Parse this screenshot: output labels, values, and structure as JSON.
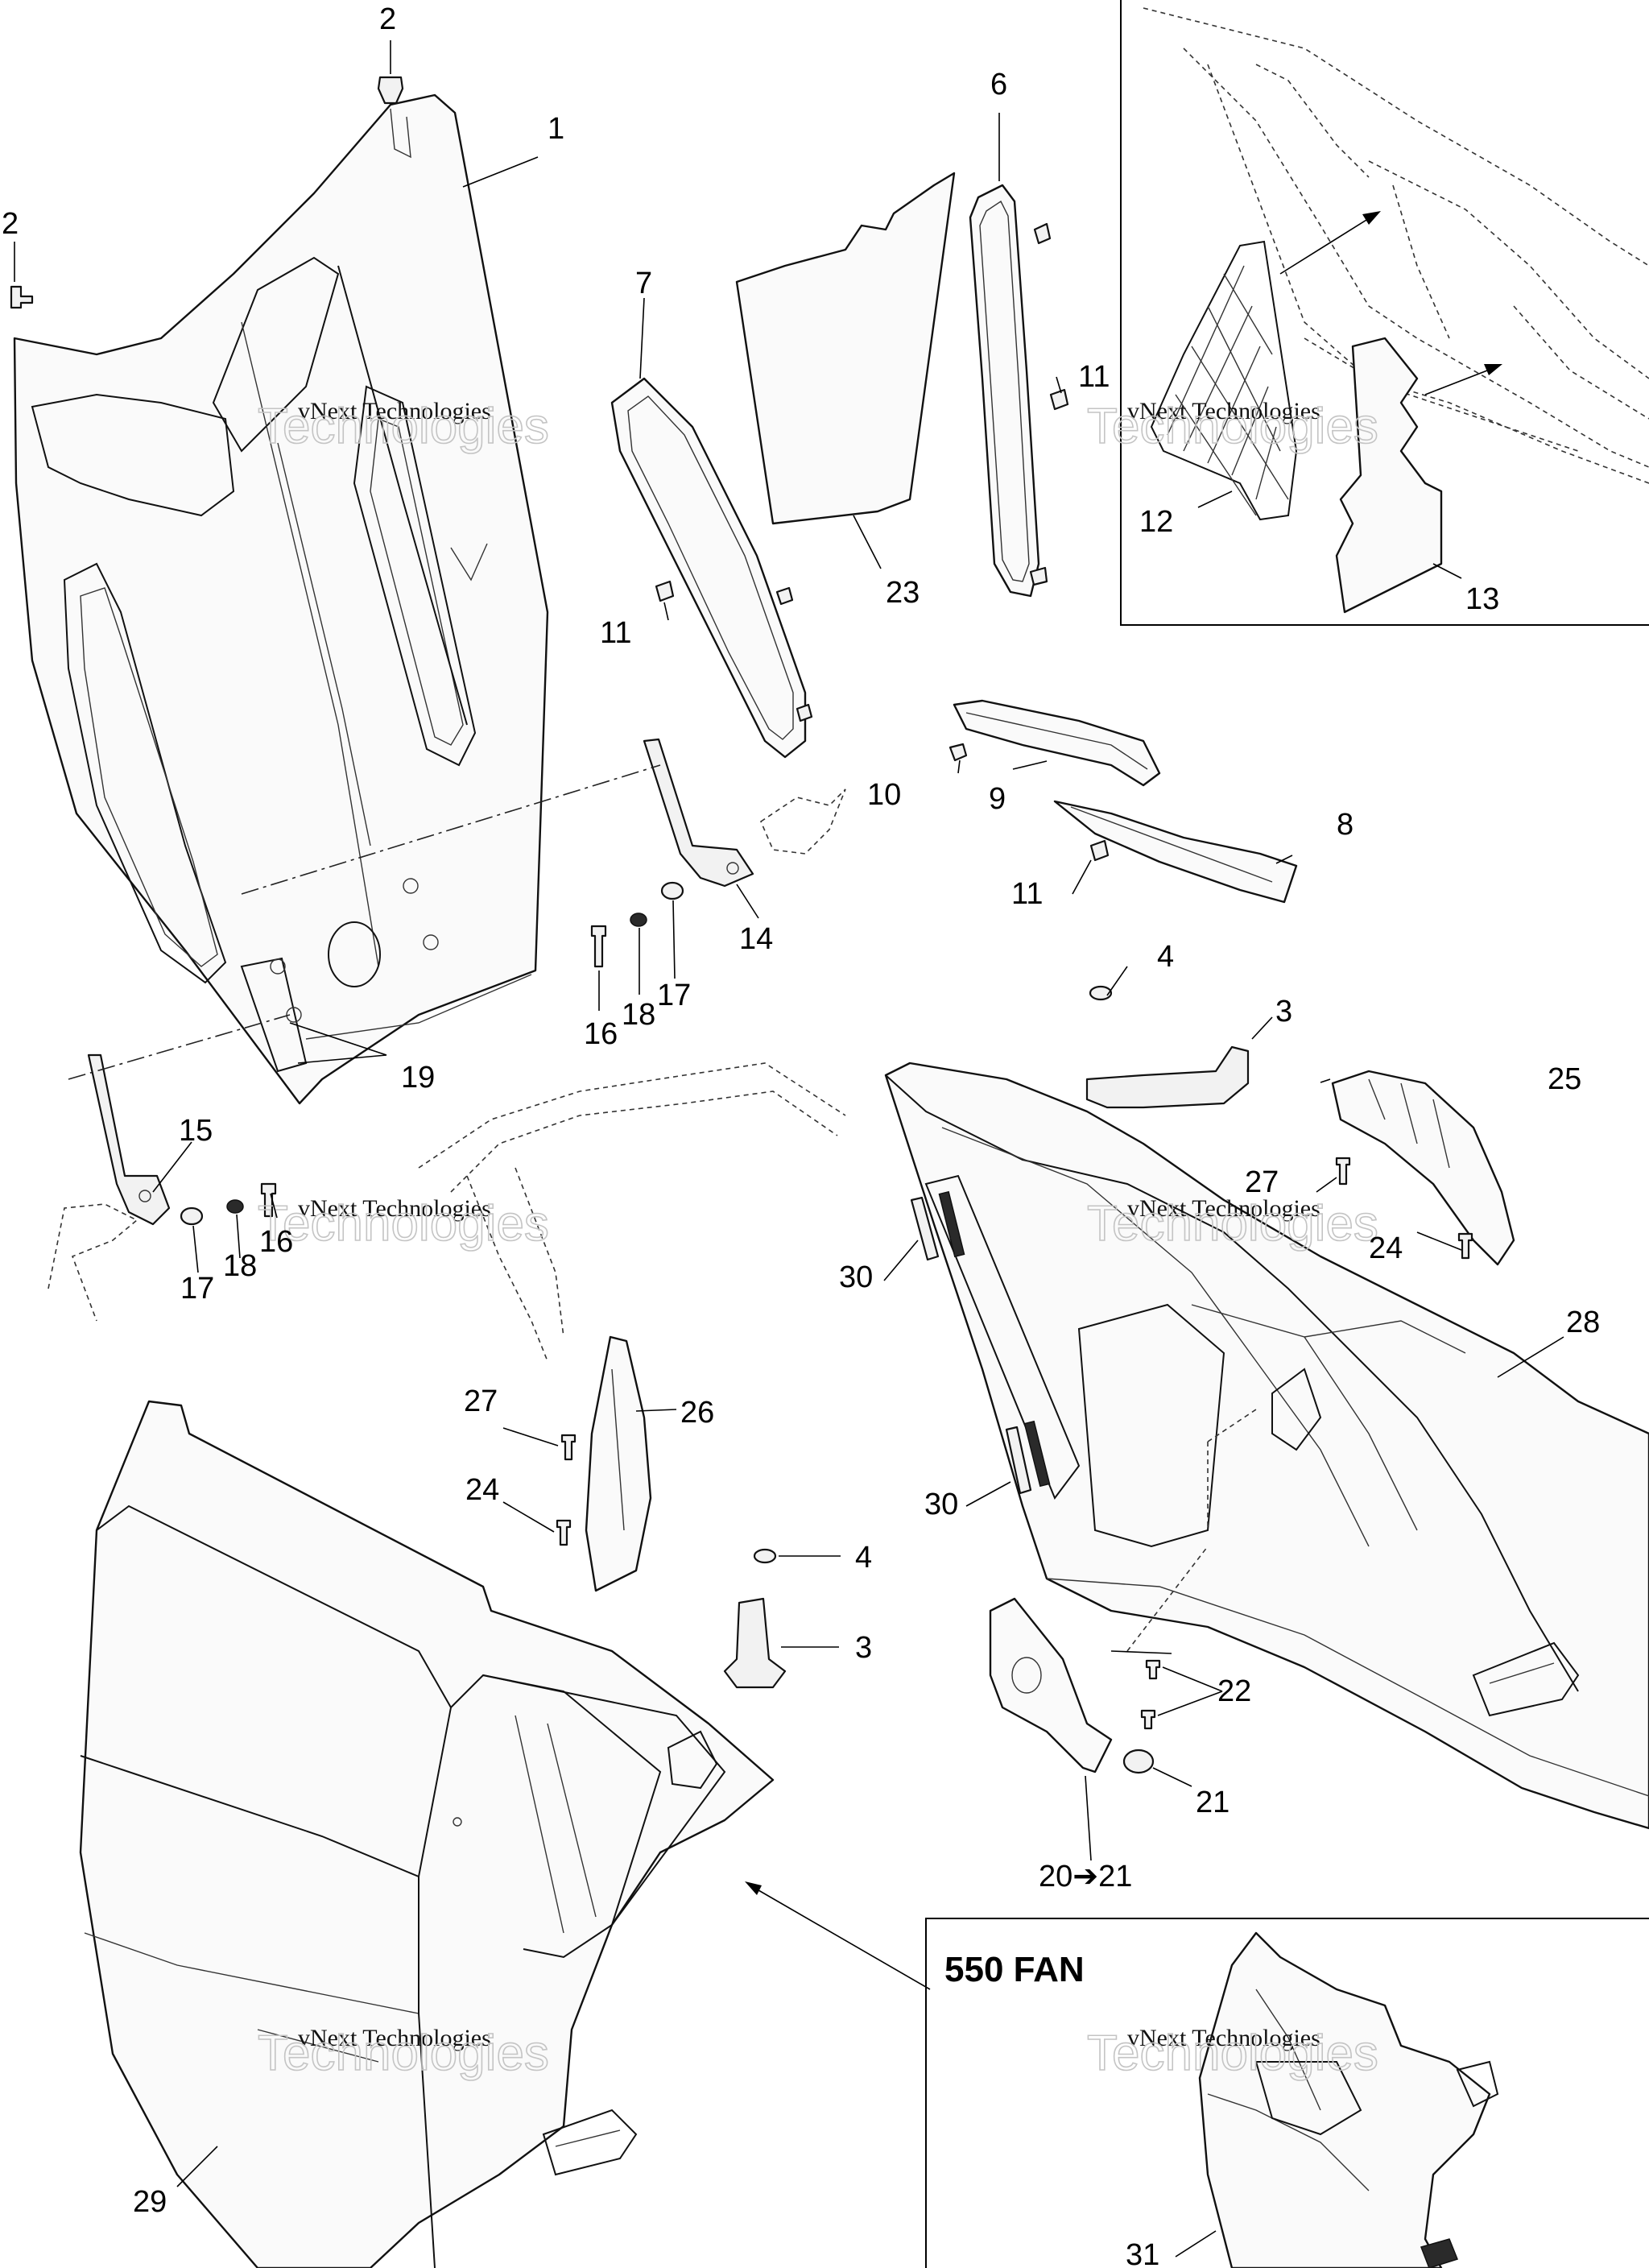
{
  "inset_label": "550 FAN",
  "watermark": {
    "line1": "vNext Technologies",
    "line2": "Technologies"
  },
  "callouts": [
    {
      "id": "c1",
      "text": "1"
    },
    {
      "id": "c2a",
      "text": "2"
    },
    {
      "id": "c2b",
      "text": "2"
    },
    {
      "id": "c3a",
      "text": "3"
    },
    {
      "id": "c3b",
      "text": "3"
    },
    {
      "id": "c4a",
      "text": "4"
    },
    {
      "id": "c4b",
      "text": "4"
    },
    {
      "id": "c6",
      "text": "6"
    },
    {
      "id": "c7",
      "text": "7"
    },
    {
      "id": "c8",
      "text": "8"
    },
    {
      "id": "c9",
      "text": "9"
    },
    {
      "id": "c10",
      "text": "10"
    },
    {
      "id": "c11a",
      "text": "11"
    },
    {
      "id": "c11b",
      "text": "11"
    },
    {
      "id": "c11c",
      "text": "11"
    },
    {
      "id": "c12",
      "text": "12"
    },
    {
      "id": "c13",
      "text": "13"
    },
    {
      "id": "c14",
      "text": "14"
    },
    {
      "id": "c15",
      "text": "15"
    },
    {
      "id": "c16a",
      "text": "16"
    },
    {
      "id": "c16b",
      "text": "16"
    },
    {
      "id": "c17a",
      "text": "17"
    },
    {
      "id": "c17b",
      "text": "17"
    },
    {
      "id": "c18a",
      "text": "18"
    },
    {
      "id": "c18b",
      "text": "18"
    },
    {
      "id": "c19",
      "text": "19"
    },
    {
      "id": "c20",
      "text": "20➔21"
    },
    {
      "id": "c21",
      "text": "21"
    },
    {
      "id": "c22",
      "text": "22"
    },
    {
      "id": "c23",
      "text": "23"
    },
    {
      "id": "c24a",
      "text": "24"
    },
    {
      "id": "c24b",
      "text": "24"
    },
    {
      "id": "c25",
      "text": "25"
    },
    {
      "id": "c26",
      "text": "26"
    },
    {
      "id": "c27a",
      "text": "27"
    },
    {
      "id": "c27b",
      "text": "27"
    },
    {
      "id": "c28",
      "text": "28"
    },
    {
      "id": "c29",
      "text": "29"
    },
    {
      "id": "c30a",
      "text": "30"
    },
    {
      "id": "c30b",
      "text": "30"
    },
    {
      "id": "c31",
      "text": "31"
    }
  ]
}
